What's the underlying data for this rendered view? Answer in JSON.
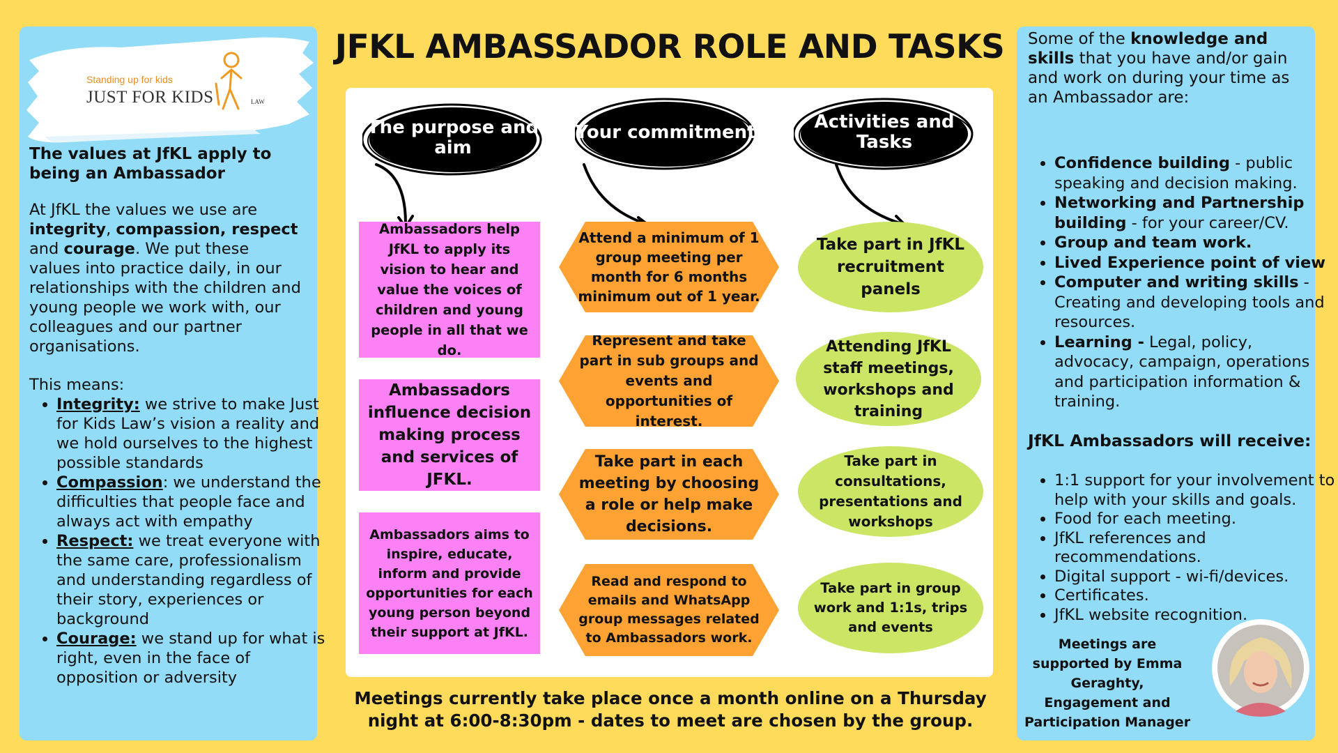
{
  "title": "JFKL AMBASSADOR ROLE AND TASKS",
  "logo": {
    "tagline": "Standing up for kids",
    "name": "JUST FOR KIDS",
    "suffix": "LAW"
  },
  "left": {
    "heading": "The values at JfKL apply to being an Ambassador",
    "intro_prefix": "At JfKL the values we use are ",
    "value_integrity": "integrity",
    "comma": ", ",
    "value_compassion": "compassion, respect",
    "and": " and ",
    "value_courage": "courage",
    "intro_suffix": ". We put these values into practice daily, in our relationships with the children and young people we work with, our colleagues and our partner organisations.",
    "means": "This means:",
    "values": [
      {
        "term": "Integrity:",
        "text": " we strive to make Just for Kids Law’s vision a reality and we hold ourselves to the highest possible standards"
      },
      {
        "term": "Compassion",
        "text": ": we understand the difficulties that people face and always act with empathy"
      },
      {
        "term": "Respect:",
        "text": " we treat everyone with the same care, professionalism and understanding regardless of their story, experiences or background"
      },
      {
        "term": "Courage:",
        "text": " we stand up for what is right, even in the face of opposition or adversity"
      }
    ]
  },
  "columns": {
    "purpose": "The purpose and aim",
    "commitment": "Your commitment",
    "activities": "Activities and Tasks"
  },
  "purpose_boxes": [
    "Ambassadors help JfKL to apply its vision to hear and value the voices of children and young people in all that we do.",
    "Ambassadors influence decision making process and services of JFKL.",
    "Ambassadors aims to inspire, educate, inform and provide opportunities for each young person beyond their support at JfKL."
  ],
  "commitment_boxes": [
    "Attend a minimum of 1 group meeting per month for 6 months minimum out of 1 year.",
    "Represent and take part in sub groups and events and opportunities of interest.",
    "Take part in each meeting by choosing a role or help make decisions.",
    "Read and respond to emails and WhatsApp group messages related to Ambassadors work."
  ],
  "activity_ovals": [
    "Take part in JfKL recruitment panels",
    "Attending JfKL staff meetings, workshops and training",
    "Take part in consultations, presentations and workshops",
    "Take part in group work and 1:1s, trips and events"
  ],
  "footer": "Meetings currently take place once a month online on a Thursday night at 6:00-8:30pm - dates to meet are chosen by the group.",
  "right": {
    "intro_a": "Some of the ",
    "intro_bold": "knowledge and skills",
    "intro_b": " that you have and/or gain and work on during your time as an Ambassador are:",
    "skills": [
      {
        "term": "Confidence building",
        "text": " - public speaking and decision making."
      },
      {
        "term": "Networking and Partnership building",
        "text": " - for your career/CV."
      },
      {
        "term": "Group and team work.",
        "text": ""
      },
      {
        "term": "Lived Experience point of view",
        "text": ""
      },
      {
        "term": "Computer and writing skills",
        "text": " - Creating and developing tools and resources."
      },
      {
        "term": "Learning -",
        "text": " Legal, policy, advocacy, campaign, operations and participation information & training."
      }
    ],
    "receive_title": "JfKL Ambassadors will receive:",
    "receive": [
      "1:1 support for your involvement to help with your skills and goals.",
      "Food for each meeting.",
      "JfKL references and recommendations.",
      "Digital support - wi-fi/devices.",
      "Certificates.",
      "JfKL website recognition."
    ],
    "support": "Meetings are supported by Emma Geraghty, Engagement and Participation Manager"
  },
  "colors": {
    "background": "#fedb5b",
    "panel": "#92dcf7",
    "pink": "#fb81f5",
    "orange": "#fea234",
    "green": "#cbe565"
  }
}
